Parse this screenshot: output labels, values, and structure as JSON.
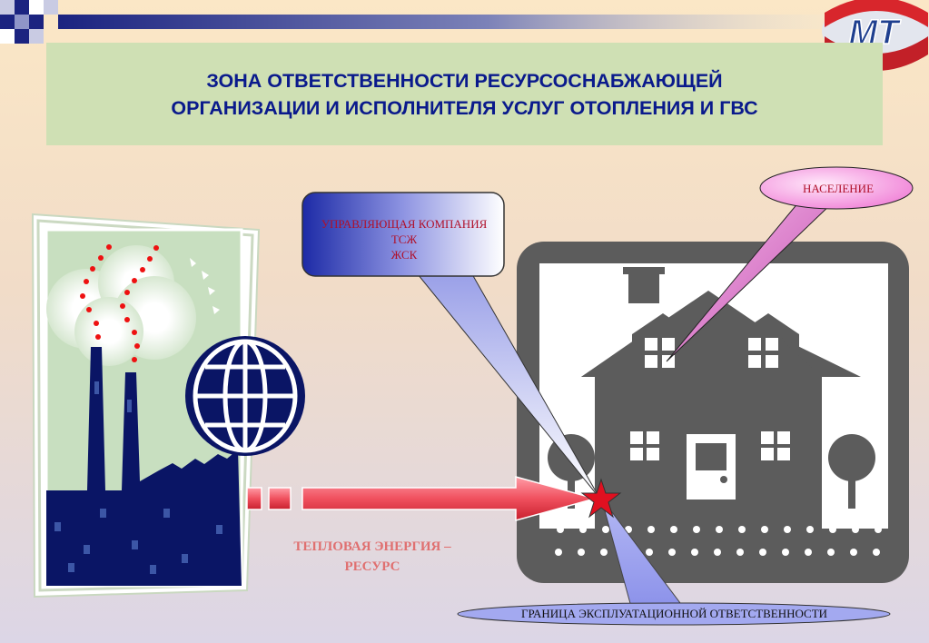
{
  "title": {
    "line1": "ЗОНА ОТВЕТСТВЕННОСТИ РЕСУРСОСНАБЖАЮЩЕЙ",
    "line2": "ОРГАНИЗАЦИИ И ИСПОЛНИТЕЛЯ УСЛУГ ОТОПЛЕНИЯ И ГВС"
  },
  "logo": {
    "text": "МТ",
    "colors": {
      "red": "#d8262c",
      "blue": "#1f3f8f"
    }
  },
  "callouts": {
    "management": {
      "line1": "УПРАВЛЯЮЩАЯ КОМПАНИЯ",
      "line2": "ТСЖ",
      "line3": "ЖСК"
    },
    "population": "НАСЕЛЕНИЕ",
    "boundary": "ГРАНИЦА ЭКСПЛУАТАЦИОННОЙ ОТВЕТСТВЕННОСТИ"
  },
  "resource": {
    "line1": "ТЕПЛОВАЯ ЭНЕРГИЯ –",
    "line2": "РЕСУРС"
  },
  "icons": {
    "factory": "factory-icon",
    "globe": "globe-icon",
    "house": "house-icon",
    "star": "star-icon",
    "arrow": "arrow-right-icon"
  },
  "colors": {
    "title_text": "#0a1a8c",
    "title_bg": "#cfe0b4",
    "factory_blue": "#0a1565",
    "house_gray": "#5c5c5c",
    "arrow_red": "#f04a5a",
    "star_red": "#e01020",
    "population_pink": "#f28ad8"
  }
}
